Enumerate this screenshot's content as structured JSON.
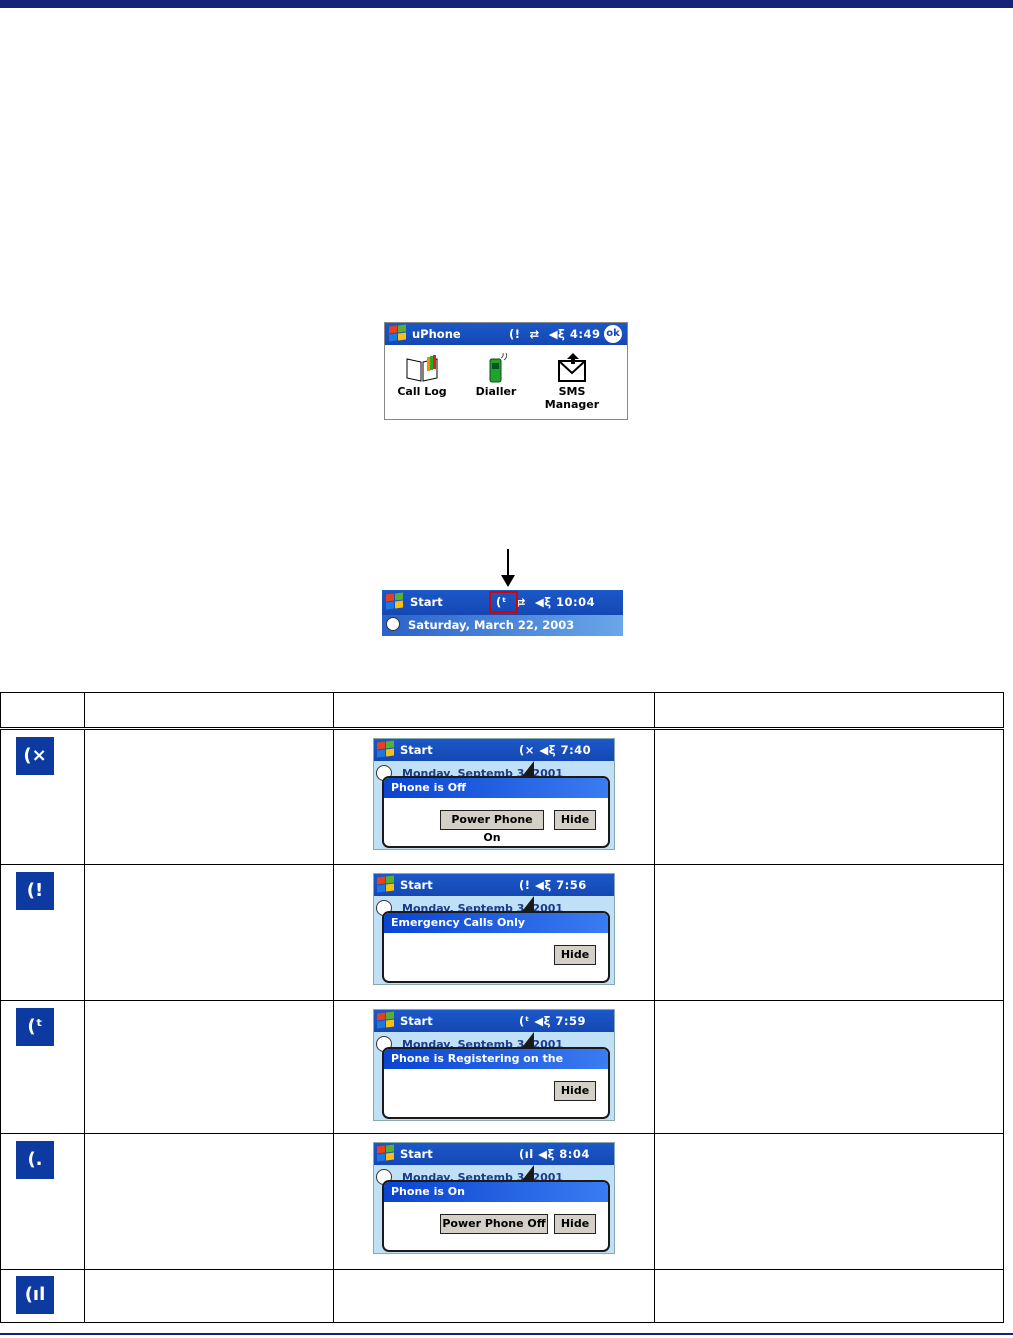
{
  "uphone": {
    "title": "uPhone",
    "time": "4:49",
    "ok": "ok",
    "apps": [
      {
        "label": "Call Log",
        "icon": "book-icon"
      },
      {
        "label": "Dialler",
        "icon": "phone-icon"
      },
      {
        "label": "SMS\nManager",
        "icon": "envelope-icon"
      }
    ]
  },
  "startbar": {
    "title": "Start",
    "time": "10:04",
    "date": "Saturday, March 22, 2003"
  },
  "rows": [
    {
      "icon": "phone-off-icon",
      "glyph": "(×",
      "shot": {
        "time": "7:40",
        "title": "Phone is Off",
        "buttons": [
          "Power Phone On",
          "Hide"
        ],
        "bg": "Monday, Septemb  3, 2001"
      }
    },
    {
      "icon": "phone-emergency-icon",
      "glyph": "(!",
      "shot": {
        "time": "7:56",
        "title": "Emergency Calls Only",
        "buttons": [
          "Hide"
        ],
        "bg": "Monday, Septemb  3, 2001"
      }
    },
    {
      "icon": "phone-registering-icon",
      "glyph": "(ᵗ",
      "shot": {
        "time": "7:59",
        "title": "Phone is Registering on the Network",
        "buttons": [
          "Hide"
        ],
        "bg": "Monday, Septemb  3, 2001"
      }
    },
    {
      "icon": "phone-on-icon",
      "glyph": "(.",
      "shot": {
        "time": "8:04",
        "title": "Phone is On",
        "buttons": [
          "Power Phone Off",
          "Hide"
        ],
        "bg": "Monday, Septemb  3, 2001"
      }
    },
    {
      "icon": "phone-signal-icon",
      "glyph": "(ıl"
    }
  ],
  "colors": {
    "accent": "#14227a",
    "titlebar": "#1c58c8"
  }
}
